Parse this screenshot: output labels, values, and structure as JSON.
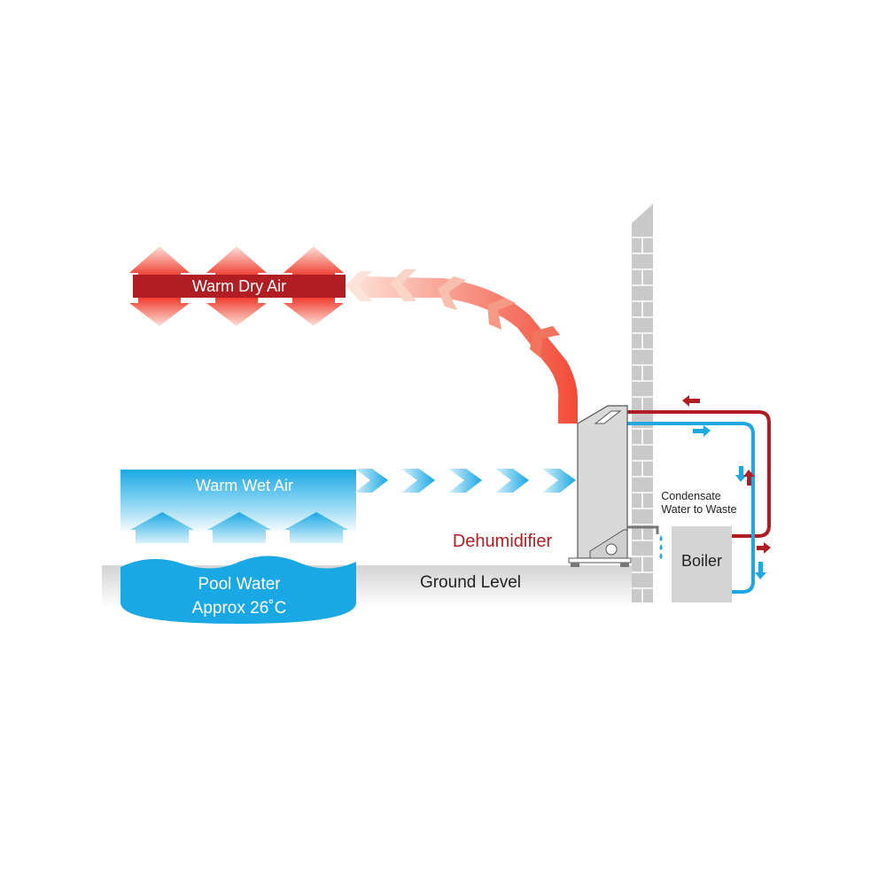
{
  "labels": {
    "warm_dry_air": "Warm Dry Air",
    "warm_wet_air": "Warm Wet Air",
    "pool_water_line1": "Pool Water",
    "pool_water_line2": "Approx 26˚C",
    "ground_level": "Ground Level",
    "dehumidifier": "Dehumidifier",
    "condensate_line1": "Condensate",
    "condensate_line2": "Water to Waste",
    "boiler": "Boiler"
  },
  "colors": {
    "hot_red": "#b01e23",
    "hot_light": "#f04a3c",
    "cold_blue": "#1ea7e1",
    "ground_grey": "#d7d7d7",
    "wall_grey": "#c9c9c9",
    "boiler_grey": "#d5d5d5"
  },
  "icons": {
    "dry_air_arrows": "up-down-arrow-icon",
    "wet_air_arrows": "up-arrow-icon",
    "flow_arrows": "chevron-right-icon",
    "condensate_drops": "water-drop-icon"
  }
}
